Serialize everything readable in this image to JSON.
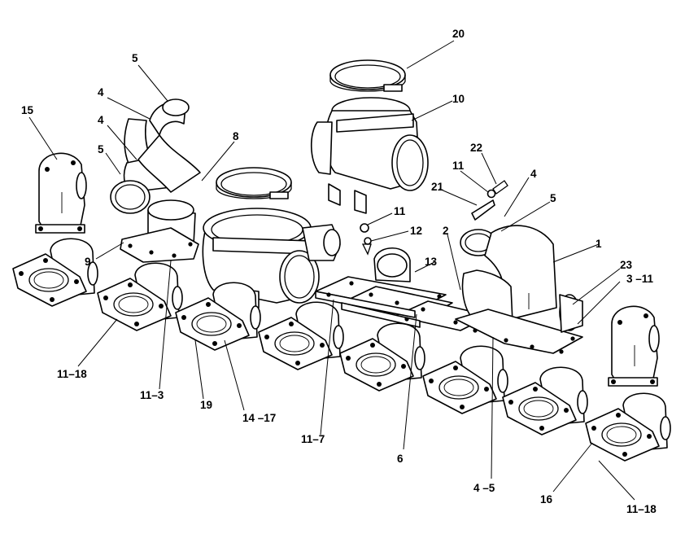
{
  "labels": {
    "l1": "1",
    "l2": "2",
    "l4a": "4",
    "l4b": "4",
    "l4c": "4",
    "l5a": "5",
    "l5b": "5",
    "l5c": "5",
    "l6": "6",
    "l8": "8",
    "l9": "9",
    "l10": "10",
    "l11a": "11",
    "l11b": "11",
    "l12": "12",
    "l13": "13",
    "l15": "15",
    "l16": "16",
    "l19": "19",
    "l20": "20",
    "l21": "21",
    "l22": "22",
    "l23": "23",
    "l3_11": "3 –11",
    "l11_18a": "11–18",
    "l11_18b": "11–18",
    "l11_3": "11–3",
    "l14_17": "14 –17",
    "l11_7": "11–7",
    "l4_5": "4 –5"
  }
}
